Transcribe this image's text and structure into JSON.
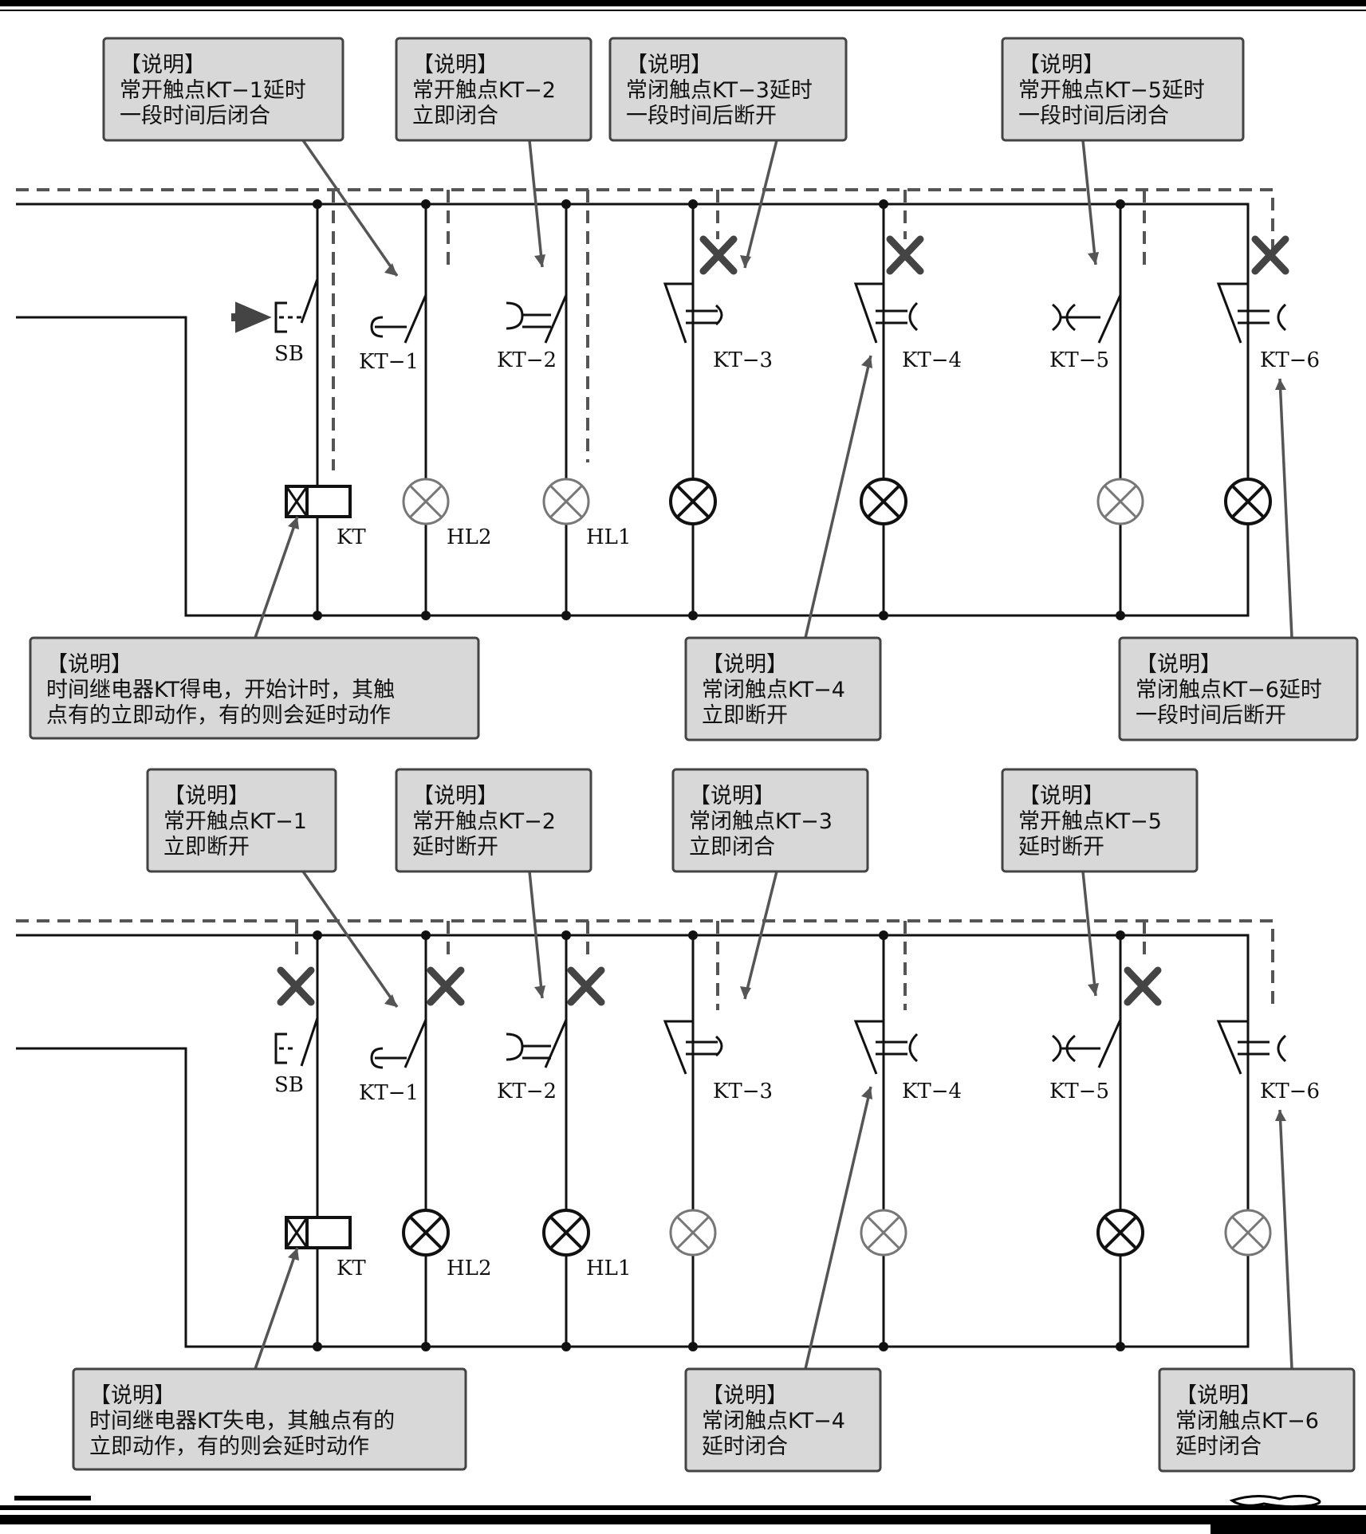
{
  "panels": [
    {
      "components": {
        "sb": "SB",
        "coil": "KT",
        "contacts": [
          "KT−1",
          "KT−2",
          "KT−3",
          "KT−4",
          "KT−5",
          "KT−6"
        ],
        "lamps": [
          "HL2",
          "HL1"
        ]
      },
      "notes": [
        {
          "header": "【说明】",
          "lines": [
            "常开触点KT−1延时",
            "一段时间后闭合"
          ]
        },
        {
          "header": "【说明】",
          "lines": [
            "常开触点KT−2",
            "立即闭合"
          ]
        },
        {
          "header": "【说明】",
          "lines": [
            "常闭触点KT−3延时",
            "一段时间后断开"
          ]
        },
        {
          "header": "【说明】",
          "lines": [
            "常开触点KT−5延时",
            "一段时间后闭合"
          ]
        },
        {
          "header": "【说明】",
          "lines": [
            "时间继电器KT得电，开始计时，其触",
            "点有的立即动作，有的则会延时动作"
          ]
        },
        {
          "header": "【说明】",
          "lines": [
            "常闭触点KT−4",
            "立即断开"
          ]
        },
        {
          "header": "【说明】",
          "lines": [
            "常闭触点KT−6延时",
            "一段时间后断开"
          ]
        }
      ]
    },
    {
      "components": {
        "sb": "SB",
        "coil": "KT",
        "contacts": [
          "KT−1",
          "KT−2",
          "KT−3",
          "KT−4",
          "KT−5",
          "KT−6"
        ],
        "lamps": [
          "HL2",
          "HL1"
        ]
      },
      "notes": [
        {
          "header": "【说明】",
          "lines": [
            "常开触点KT−1",
            "立即断开"
          ]
        },
        {
          "header": "【说明】",
          "lines": [
            "常开触点KT−2",
            "延时断开"
          ]
        },
        {
          "header": "【说明】",
          "lines": [
            "常闭触点KT−3",
            "立即闭合"
          ]
        },
        {
          "header": "【说明】",
          "lines": [
            "常开触点KT−5",
            "延时断开"
          ]
        },
        {
          "header": "【说明】",
          "lines": [
            "时间继电器KT失电，其触点有的",
            "立即动作，有的则会延时动作"
          ]
        },
        {
          "header": "【说明】",
          "lines": [
            "常闭触点KT−4",
            "延时闭合"
          ]
        },
        {
          "header": "【说明】",
          "lines": [
            "常闭触点KT−6",
            "延时闭合"
          ]
        }
      ]
    }
  ]
}
